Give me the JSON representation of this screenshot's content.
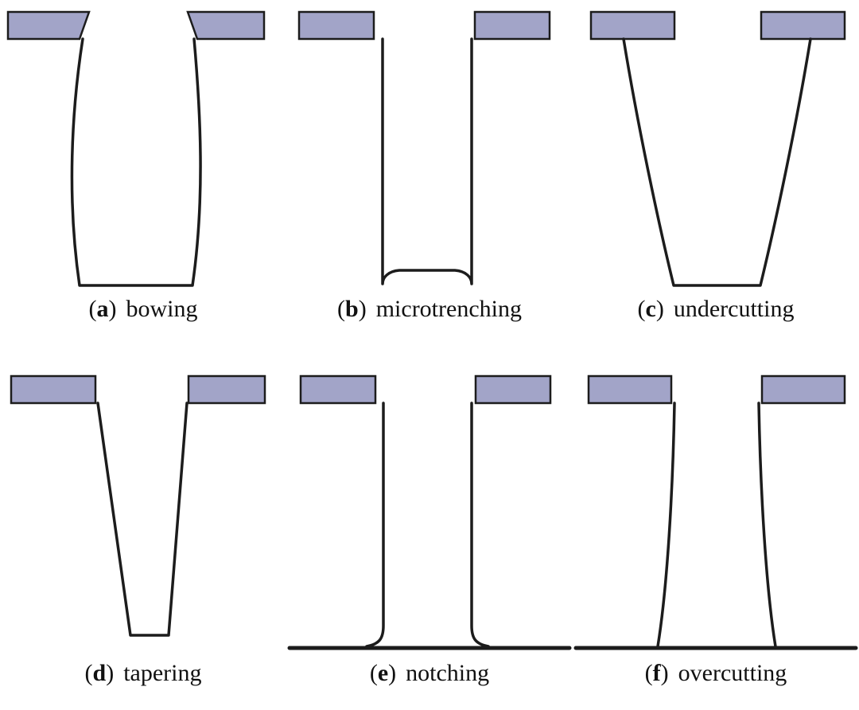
{
  "figure": {
    "colors": {
      "background": "#ffffff",
      "mask_fill": "#a2a4c8",
      "outline": "#1c1c1c"
    },
    "punct": {
      "open": "(",
      "close": ")"
    },
    "panels": [
      {
        "letter": "a",
        "label": "bowing"
      },
      {
        "letter": "b",
        "label": "microtrenching"
      },
      {
        "letter": "c",
        "label": "undercutting"
      },
      {
        "letter": "d",
        "label": "tapering"
      },
      {
        "letter": "e",
        "label": "notching"
      },
      {
        "letter": "f",
        "label": "overcutting"
      }
    ]
  }
}
